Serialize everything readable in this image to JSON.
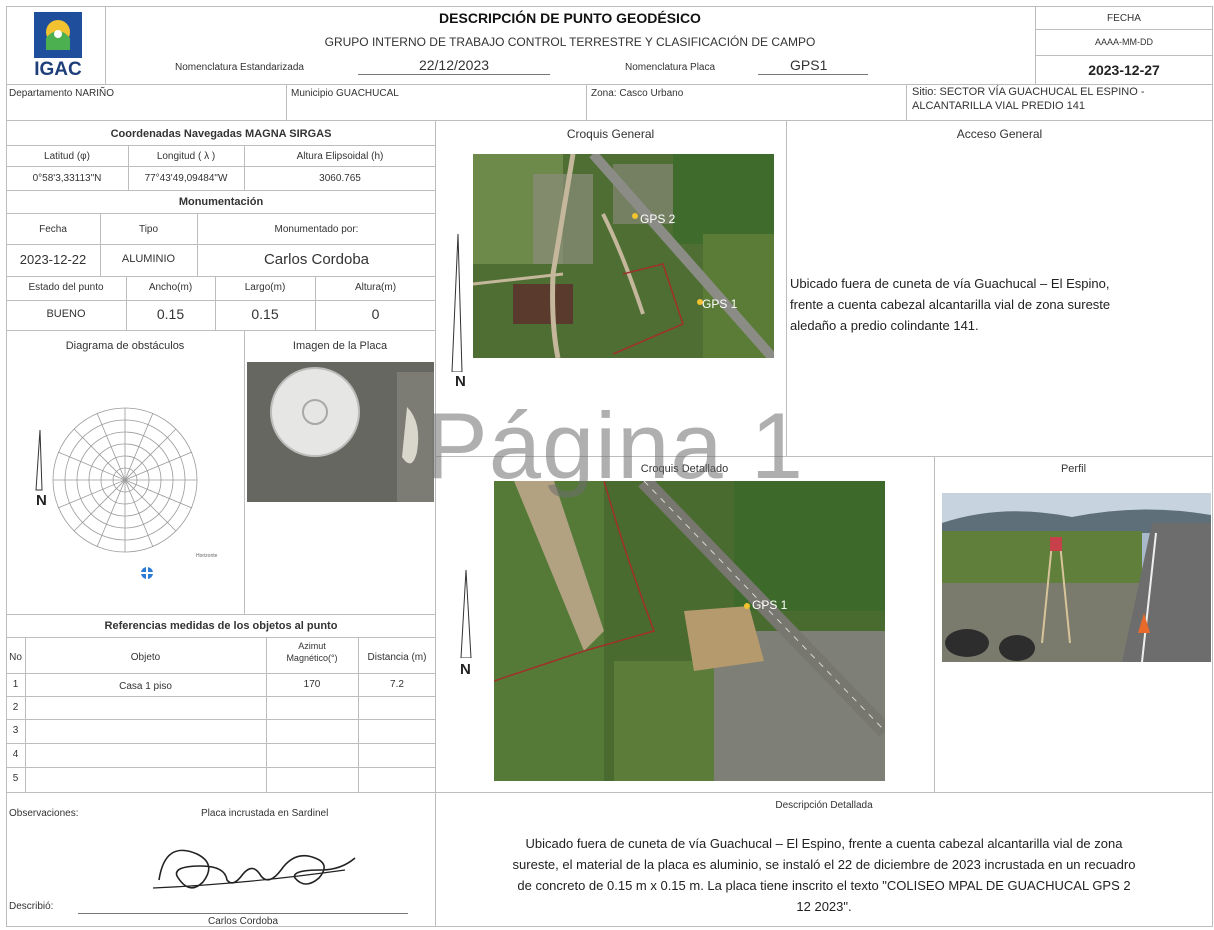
{
  "header": {
    "logo_text": "IGAC",
    "title": "DESCRIPCIÓN DE PUNTO GEODÉSICO",
    "subtitle": "GRUPO INTERNO DE TRABAJO CONTROL TERRESTRE Y CLASIFICACIÓN DE CAMPO",
    "nomenclatura_estandarizada_label": "Nomenclatura Estandarizada",
    "nomenclatura_estandarizada_value": "22/12/2023",
    "nomenclatura_placa_label": "Nomenclatura Placa",
    "nomenclatura_placa_value": "GPS1",
    "fecha_label": "FECHA",
    "fecha_format": "AAAA-MM-DD",
    "fecha_value": "2023-12-27"
  },
  "location": {
    "departamento": "Departamento NARIÑO",
    "municipio": "Municipio GUACHUCAL",
    "zona": "Zona: Casco Urbano",
    "sitio_line1": "Sitio: SECTOR VÍA GUACHUCAL EL ESPINO -",
    "sitio_line2": "ALCANTARILLA VIAL PREDIO 141"
  },
  "coordinates": {
    "section_title": "Coordenadas Navegadas MAGNA SIRGAS",
    "lat_label": "Latitud (φ)",
    "lon_label": "Longitud ( λ )",
    "alt_label": "Altura Elipsoidal (h)",
    "lat_value": "0°58'3,33113\"N",
    "lon_value": "77°43'49,09484\"W",
    "alt_value": "3060.765"
  },
  "monumentacion": {
    "section_title": "Monumentación",
    "fecha_label": "Fecha",
    "tipo_label": "Tipo",
    "monumentado_label": "Monumentado por:",
    "fecha_value": "2023-12-22",
    "tipo_value": "ALUMINIO",
    "monumentado_value": "Carlos Cordoba",
    "estado_label": "Estado del punto",
    "ancho_label": "Ancho(m)",
    "largo_label": "Largo(m)",
    "altura_label": "Altura(m)",
    "estado_value": "BUENO",
    "ancho_value": "0.15",
    "largo_value": "0.15",
    "altura_value": "0"
  },
  "diagrams": {
    "obstaculos_title": "Diagrama de obstáculos",
    "placa_title": "Imagen de la Placa",
    "obstaculos_north": "N",
    "obstaculos_small_label": "Horizonte"
  },
  "referencias": {
    "title": "Referencias medidas de los objetos al punto",
    "col_no": "No",
    "col_objeto": "Objeto",
    "col_azimut_line1": "Azimut",
    "col_azimut_line2": "Magnético(°)",
    "col_distancia": "Distancia (m)",
    "rows": [
      {
        "no": "1",
        "objeto": "Casa 1 piso",
        "azimut": "170",
        "distancia": "7.2"
      },
      {
        "no": "2",
        "objeto": "",
        "azimut": "",
        "distancia": ""
      },
      {
        "no": "3",
        "objeto": "",
        "azimut": "",
        "distancia": ""
      },
      {
        "no": "4",
        "objeto": "",
        "azimut": "",
        "distancia": ""
      },
      {
        "no": "5",
        "objeto": "",
        "azimut": "",
        "distancia": ""
      }
    ]
  },
  "observaciones": {
    "label": "Observaciones:",
    "value": "Placa incrustada en Sardinel",
    "describio_label": "Describió:",
    "describio_value": "Carlos Cordoba"
  },
  "croquis_general": {
    "title": "Croquis General",
    "north": "N",
    "label_gps2": "GPS 2",
    "label_gps1": "GPS 1"
  },
  "acceso_general": {
    "title": "Acceso General",
    "line1": "Ubicado fuera de cuneta de vía Guachucal – El Espino,",
    "line2": "frente a cuenta cabezal alcantarilla vial de zona sureste",
    "line3": "aledaño a predio colindante 141."
  },
  "watermark": "Página 1",
  "croquis_detallado": {
    "title": "Croquis Detallado",
    "north": "N",
    "label_gps1": "GPS 1"
  },
  "perfil": {
    "title": "Perfil"
  },
  "descripcion": {
    "title": "Descripción Detallada",
    "line1": "Ubicado fuera de cuneta de vía Guachucal – El Espino, frente a cuenta cabezal alcantarilla vial de zona",
    "line2": "sureste, el material de la placa es aluminio, se instaló el 22 de diciembre de 2023 incrustada en un recuadro",
    "line3": "de concreto de 0.15 m x 0.15 m. La placa tiene inscrito el texto \"COLISEO MPAL DE GUACHUCAL GPS 2",
    "line4": "12 2023\"."
  },
  "colors": {
    "grid": "#bdbdbd",
    "logo_blue": "#1f4e9c",
    "logo_yellow": "#f2c230",
    "logo_green": "#4caf50",
    "boundary_red": "#a0302a",
    "compass_marker": "#2e7bd6"
  }
}
